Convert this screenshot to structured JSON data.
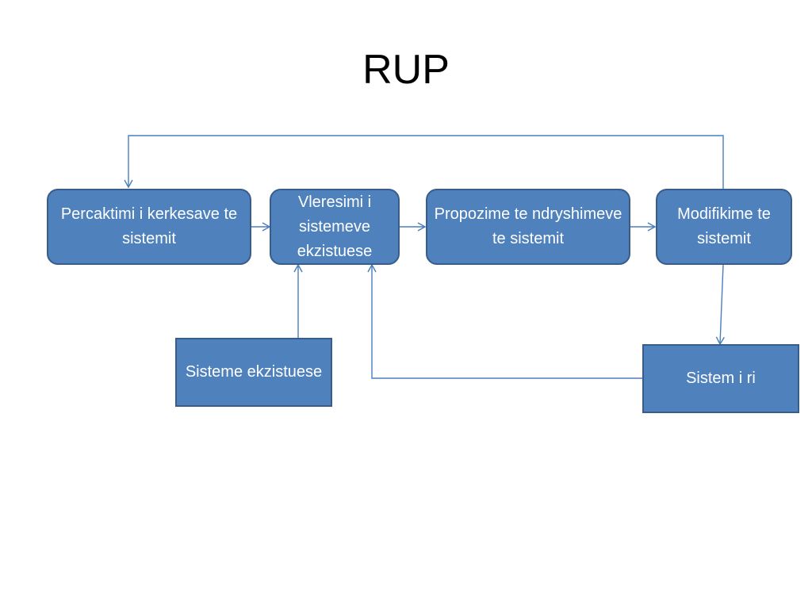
{
  "slide": {
    "title": "RUP"
  },
  "diagram": {
    "nodes": {
      "requirements": "Percaktimi i kerkesave te sistemit",
      "evaluation": "Vleresimi i sistemeve ekzistuese",
      "proposals": "Propozime te ndryshimeve te sistemit",
      "modification": "Modifikime te sistemit",
      "existing_systems": "Sisteme ekzistuese",
      "new_system": "Sistem i ri"
    }
  },
  "colors": {
    "box_fill": "#4f81bd",
    "box_border": "#385d8a",
    "connector": "#4a7ebb",
    "text": "#ffffff"
  }
}
